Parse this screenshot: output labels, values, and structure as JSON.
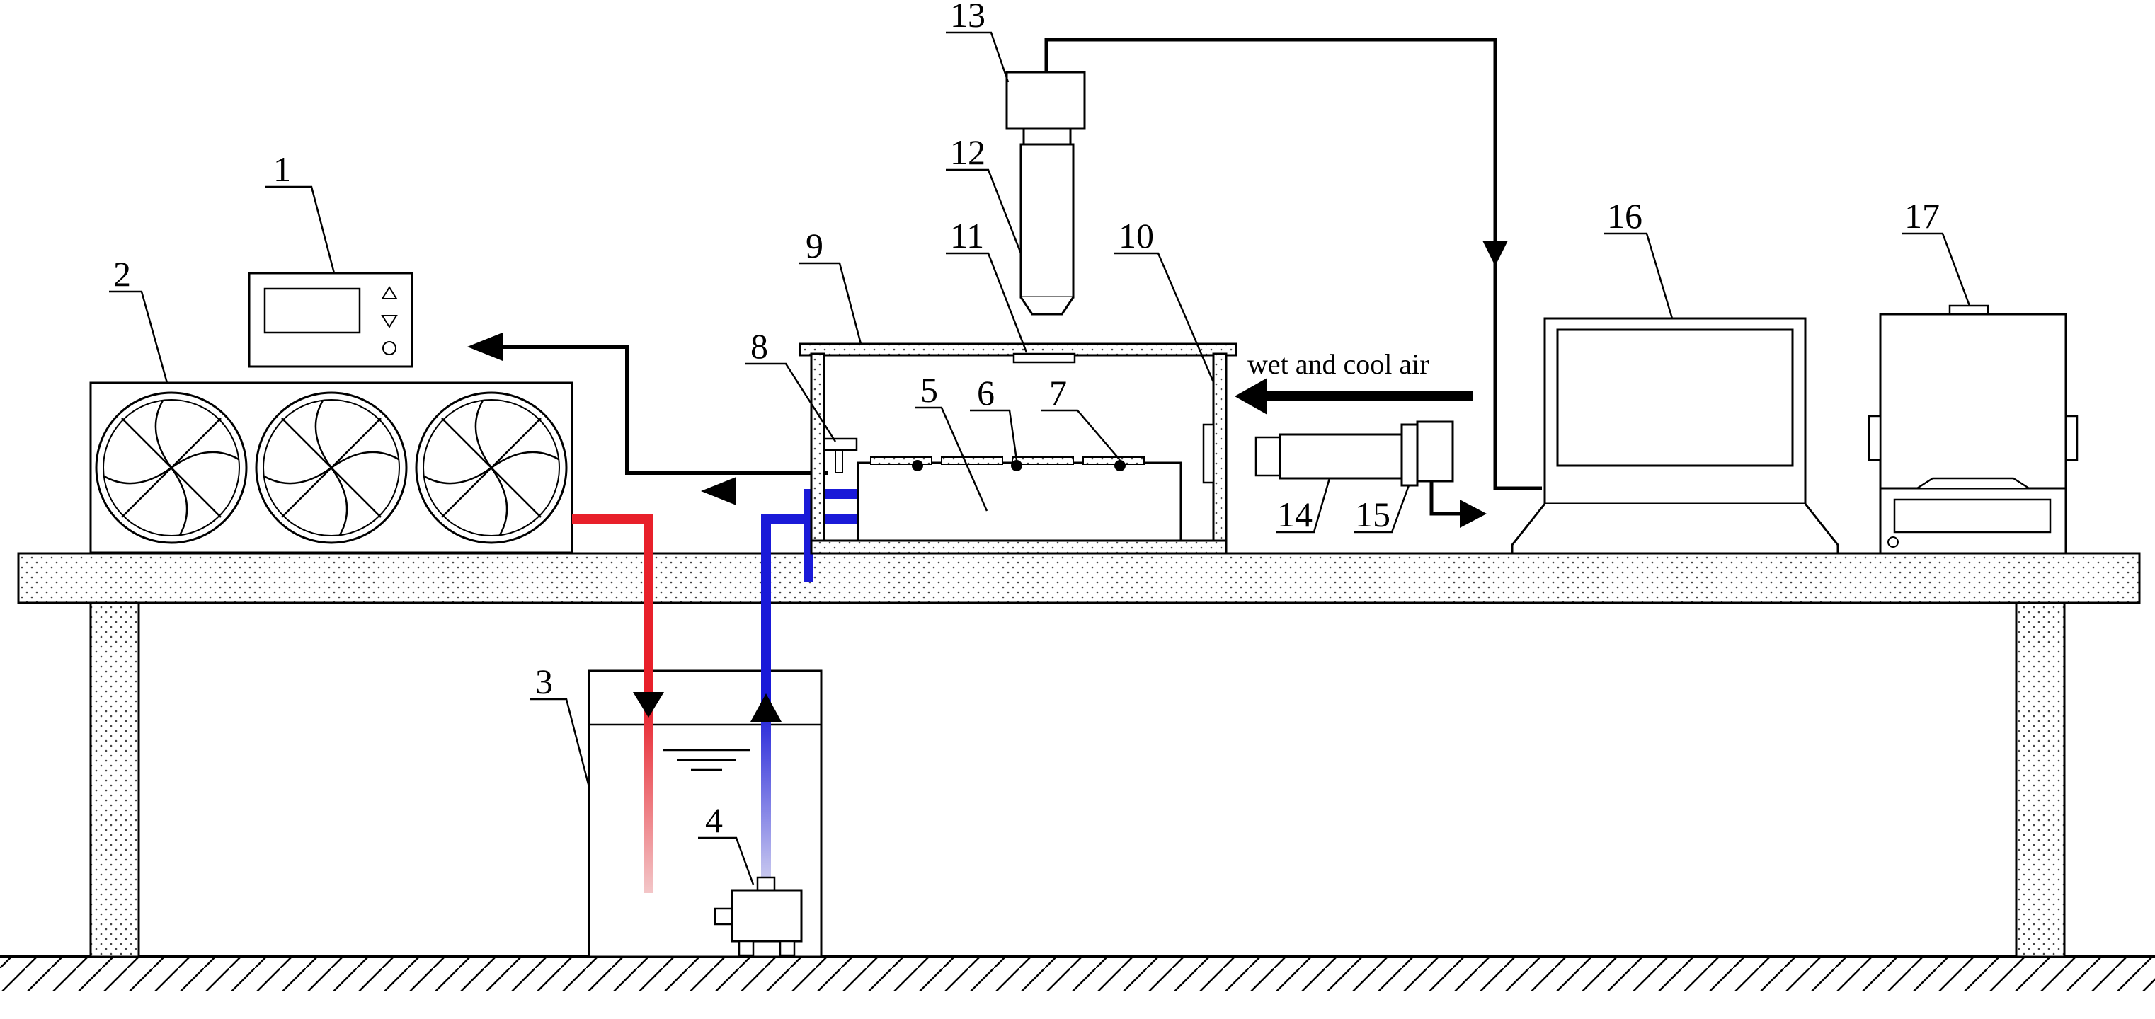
{
  "labels": {
    "l1": "1",
    "l2": "2",
    "l3": "3",
    "l4": "4",
    "l5": "5",
    "l6": "6",
    "l7": "7",
    "l8": "8",
    "l9": "9",
    "l10": "10",
    "l11": "11",
    "l12": "12",
    "l13": "13",
    "l14": "14",
    "l15": "15",
    "l16": "16",
    "l17": "17"
  },
  "annotation": "wet and cool air",
  "colors": {
    "hot_pipe": "#e8202a",
    "cold_pipe": "#1a1ad8",
    "signal_line": "#000000",
    "texture_fill": "#f4f4f4"
  }
}
